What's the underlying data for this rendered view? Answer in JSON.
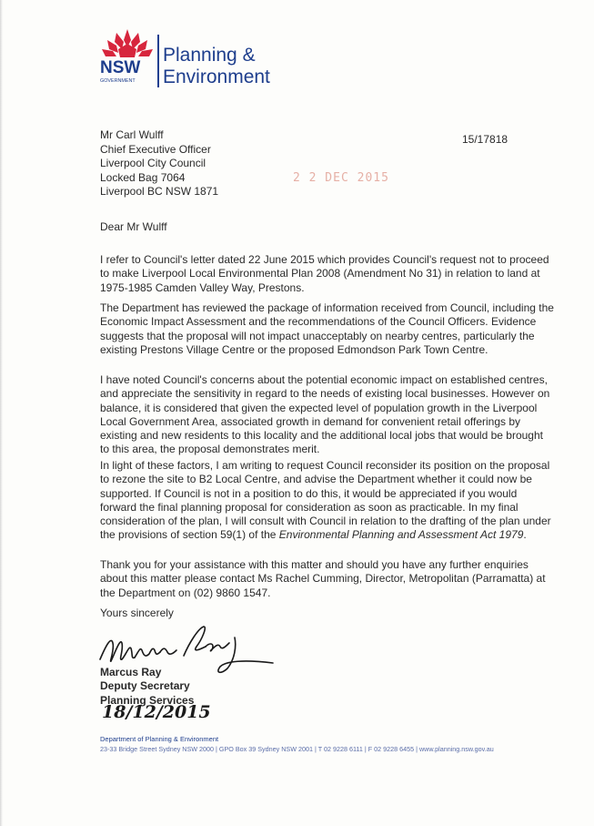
{
  "logo": {
    "nsw": "NSW",
    "government": "GOVERNMENT",
    "dept_line1": "Planning",
    "dept_amp": "&",
    "dept_line2": "Environment"
  },
  "reference": "15/17818",
  "stamp_date": "2 2 DEC 2015",
  "recipient": [
    "Mr Carl Wulff",
    "Chief Executive Officer",
    "Liverpool City Council",
    "Locked Bag 7064",
    "Liverpool BC NSW 1871"
  ],
  "salutation": "Dear Mr Wulff",
  "paragraphs": {
    "p1": "I refer to Council's letter dated 22 June 2015 which provides Council's request not to proceed to make Liverpool Local Environmental Plan 2008 (Amendment No 31) in relation to land at 1975-1985 Camden Valley Way, Prestons.",
    "p2": "The Department has reviewed the package of information received from Council, including the Economic Impact Assessment and the recommendations of the Council Officers. Evidence suggests that the proposal will not impact unacceptably on nearby centres, particularly the existing Prestons Village Centre or the proposed Edmondson Park Town Centre.",
    "p3": "I have noted Council's concerns about the potential economic impact on established centres, and appreciate the sensitivity in regard to the needs of existing local businesses. However on balance, it is considered that given the expected level of population growth in the Liverpool Local Government Area, associated growth in demand for convenient retail offerings by existing and new residents to this locality and the additional local jobs that would be brought to this area, the proposal demonstrates merit.",
    "p4_main": "In light of these factors, I am writing to request Council reconsider its position on the proposal to rezone the site to B2 Local Centre, and advise the Department whether it could now be supported. If Council is not in a position to do this, it would be appreciated if you would forward the final planning proposal for consideration as soon as practicable. In my final consideration of the plan, I will consult with Council in relation to the drafting of the plan under the provisions of section 59(1) of the ",
    "p4_act": "Environmental Planning and Assessment Act 1979",
    "p4_end": ".",
    "p5": "Thank you for your assistance with this matter and should you have any further enquiries about this matter please contact Ms Rachel Cumming, Director, Metropolitan (Parramatta) at the Department on (02) 9860 1547."
  },
  "closing": "Yours sincerely",
  "signatory": {
    "name": "Marcus Ray",
    "title": "Deputy Secretary",
    "division": "Planning Services"
  },
  "handwritten_date": "18/12/2015",
  "footer": {
    "department": "Department of Planning & Environment",
    "address": "23-33 Bridge Street Sydney NSW 2000 | GPO Box 39 Sydney NSW 2001 | T 02 9228 6111 | F 02 9228 6455 | www.planning.nsw.gov.au"
  },
  "colors": {
    "brand_blue": "#1e3e8d",
    "waratah_red": "#d7263d",
    "stamp_pink": "#e6b0a6"
  }
}
